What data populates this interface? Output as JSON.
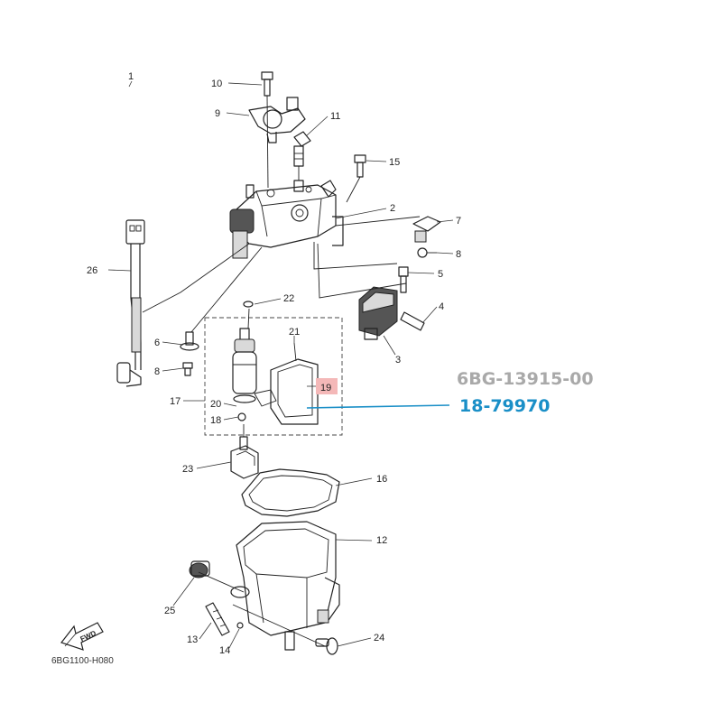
{
  "callouts": [
    {
      "id": "c1",
      "label": "1"
    },
    {
      "id": "c2",
      "label": "2"
    },
    {
      "id": "c3",
      "label": "3"
    },
    {
      "id": "c4",
      "label": "4"
    },
    {
      "id": "c5",
      "label": "5"
    },
    {
      "id": "c6",
      "label": "6"
    },
    {
      "id": "c7",
      "label": "7"
    },
    {
      "id": "c8a",
      "label": "8"
    },
    {
      "id": "c8b",
      "label": "8"
    },
    {
      "id": "c9",
      "label": "9"
    },
    {
      "id": "c10",
      "label": "10"
    },
    {
      "id": "c11",
      "label": "11"
    },
    {
      "id": "c12",
      "label": "12"
    },
    {
      "id": "c13",
      "label": "13"
    },
    {
      "id": "c14",
      "label": "14"
    },
    {
      "id": "c15",
      "label": "15"
    },
    {
      "id": "c16",
      "label": "16"
    },
    {
      "id": "c17",
      "label": "17"
    },
    {
      "id": "c18",
      "label": "18"
    },
    {
      "id": "c19",
      "label": "19"
    },
    {
      "id": "c20",
      "label": "20"
    },
    {
      "id": "c21",
      "label": "21"
    },
    {
      "id": "c22",
      "label": "22"
    },
    {
      "id": "c23",
      "label": "23"
    },
    {
      "id": "c24",
      "label": "24"
    },
    {
      "id": "c25",
      "label": "25"
    },
    {
      "id": "c26",
      "label": "26"
    }
  ],
  "part_number_oem": "6BG-13915-00",
  "part_number_aftermarket": "18-79970",
  "diagram_code": "6BG1100-H080",
  "fwd_label": "FWD",
  "colors": {
    "oem_text": "#a9a9a9",
    "aftermarket_text": "#1a8fc7",
    "highlight_box": "#f4b8b8",
    "leader_blue": "#1a8fc7"
  }
}
